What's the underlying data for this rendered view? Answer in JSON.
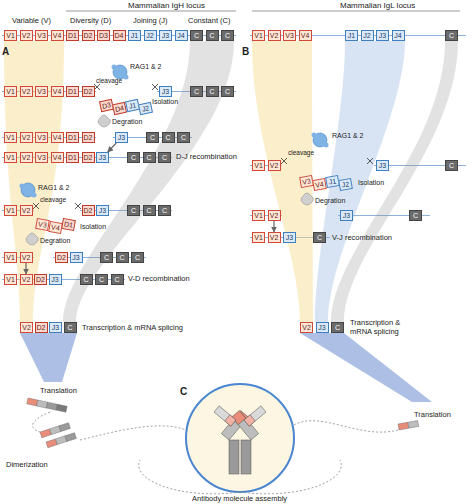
{
  "diagram": {
    "nodes": [
      {
        "text": [
          "V1"
        ]
      },
      {
        "text": [
          "V2"
        ]
      },
      {
        "text": [
          "V3"
        ]
      },
      {
        "text": [
          "V4"
        ]
      },
      {
        "text": [
          "D1"
        ]
      },
      {
        "text": [
          "D2"
        ]
      },
      {
        "text": [
          "D3"
        ]
      },
      {
        "text": [
          "D4"
        ]
      },
      {
        "text": [
          "J1"
        ]
      },
      {
        "text": [
          "J2"
        ]
      },
      {
        "text": [
          "J3"
        ]
      },
      {
        "text": [
          "J4"
        ]
      },
      {
        "text": [
          "C"
        ]
      },
      {
        "text": [
          "C"
        ]
      },
      {
        "text": [
          "C"
        ]
      },
      {
        "text": [
          "V1"
        ]
      },
      {
        "text": [
          "V2"
        ]
      },
      {
        "text": [
          "V3"
        ]
      },
      {
        "text": [
          "V4"
        ]
      },
      {
        "text": [
          "D1"
        ]
      },
      {
        "text": [
          "D2"
        ]
      },
      {
        "text": [
          "J3"
        ]
      },
      {
        "text": [
          "C"
        ]
      },
      {
        "text": [
          "C"
        ]
      },
      {
        "text": [
          "C"
        ]
      },
      {
        "text": [
          "D3"
        ]
      },
      {
        "text": [
          "D4"
        ]
      },
      {
        "text": [
          "J1"
        ]
      },
      {
        "text": [
          "J2"
        ]
      },
      {
        "text": [
          "V1"
        ]
      },
      {
        "text": [
          "V2"
        ]
      },
      {
        "text": [
          "V3"
        ]
      },
      {
        "text": [
          "V4"
        ]
      },
      {
        "text": [
          "D1"
        ]
      },
      {
        "text": [
          "D2"
        ]
      },
      {
        "text": [
          "J3"
        ]
      },
      {
        "text": [
          "C"
        ]
      },
      {
        "text": [
          "C"
        ]
      },
      {
        "text": [
          "C"
        ]
      },
      {
        "text": [
          "V1"
        ]
      },
      {
        "text": [
          "V2"
        ]
      },
      {
        "text": [
          "V3"
        ]
      },
      {
        "text": [
          "V4"
        ]
      },
      {
        "text": [
          "D1"
        ]
      },
      {
        "text": [
          "D2"
        ]
      },
      {
        "text": [
          "J3"
        ]
      },
      {
        "text": [
          "C"
        ]
      },
      {
        "text": [
          "C"
        ]
      },
      {
        "text": [
          "C"
        ]
      },
      {
        "text": [
          "V1"
        ]
      },
      {
        "text": [
          "V2"
        ]
      },
      {
        "text": [
          "D2"
        ]
      },
      {
        "text": [
          "J3"
        ]
      },
      {
        "text": [
          "C"
        ]
      },
      {
        "text": [
          "C"
        ]
      },
      {
        "text": [
          "C"
        ]
      },
      {
        "text": [
          "V3"
        ]
      },
      {
        "text": [
          "V4"
        ]
      },
      {
        "text": [
          "D1"
        ]
      },
      {
        "text": [
          "V1"
        ]
      },
      {
        "text": [
          "V2"
        ]
      },
      {
        "text": [
          "D2"
        ]
      },
      {
        "text": [
          "J3"
        ]
      },
      {
        "text": [
          "C"
        ]
      },
      {
        "text": [
          "C"
        ]
      },
      {
        "text": [
          "C"
        ]
      },
      {
        "text": [
          "V1"
        ]
      },
      {
        "text": [
          "V2"
        ]
      },
      {
        "text": [
          "D2"
        ]
      },
      {
        "text": [
          "J3"
        ]
      },
      {
        "text": [
          "C"
        ]
      },
      {
        "text": [
          "C"
        ]
      },
      {
        "text": [
          "C"
        ]
      },
      {
        "text": [
          "V2"
        ]
      },
      {
        "text": [
          "D2"
        ]
      },
      {
        "text": [
          "J3"
        ]
      },
      {
        "text": [
          "C"
        ]
      },
      {
        "text": [
          "V1"
        ]
      },
      {
        "text": [
          "V2"
        ]
      },
      {
        "text": [
          "V3"
        ]
      },
      {
        "text": [
          "V4"
        ]
      },
      {
        "text": [
          "J1"
        ]
      },
      {
        "text": [
          "J2"
        ]
      },
      {
        "text": [
          "J3"
        ]
      },
      {
        "text": [
          "J4"
        ]
      },
      {
        "text": [
          "C"
        ]
      },
      {
        "text": [
          "V1"
        ]
      },
      {
        "text": [
          "V2"
        ]
      },
      {
        "text": [
          "J3"
        ]
      },
      {
        "text": [
          "C"
        ]
      },
      {
        "text": [
          "V3"
        ]
      },
      {
        "text": [
          "V4"
        ]
      },
      {
        "text": [
          "J1"
        ]
      },
      {
        "text": [
          "J2"
        ]
      },
      {
        "text": [
          "V1"
        ]
      },
      {
        "text": [
          "V2"
        ]
      },
      {
        "text": [
          "J3"
        ]
      },
      {
        "text": [
          "C"
        ]
      },
      {
        "text": [
          "V1"
        ]
      },
      {
        "text": [
          "V2"
        ]
      },
      {
        "text": [
          "J3"
        ]
      },
      {
        "text": [
          "C"
        ]
      },
      {
        "text": [
          "V2"
        ]
      },
      {
        "text": [
          "J3"
        ]
      },
      {
        "text": [
          "C"
        ]
      }
    ],
    "edges": [
      {
        "from": 35,
        "to": 45,
        "arrow": "to"
      },
      {
        "from": 60,
        "to": 67,
        "arrow": "to"
      },
      {
        "from": 95,
        "to": 99,
        "arrow": "to"
      }
    ],
    "labels": [
      "Mammalian IgH locus",
      "Variable (V)",
      "Diversity (D)",
      "Joining (J)",
      "Constant (C)",
      "Mammalian IgL locus",
      "A",
      "B",
      "C",
      "RAG1 & 2",
      "cleavage",
      "Isolation",
      "Degration",
      "D-J recombination",
      "RAG1 & 2",
      "cleavage",
      "Isolation",
      "Degration",
      "V-D recombination",
      "Transcription & mRNA splicing",
      "Translation",
      "Dimerization",
      "Antibody molecule assembly",
      "RAG1 & 2",
      "cleavage",
      "Isolation",
      "Degration",
      "V-J recombination",
      "Transcription & mRNA splicing",
      "Translation"
    ]
  }
}
